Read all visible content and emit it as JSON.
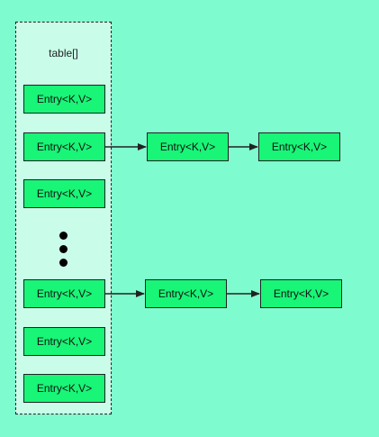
{
  "table": {
    "label": "table[]",
    "entries": [
      "Entry<K,V>",
      "Entry<K,V>",
      "Entry<K,V>",
      "Entry<K,V>",
      "Entry<K,V>",
      "Entry<K,V>"
    ]
  },
  "chains": [
    {
      "nodes": [
        "Entry<K,V>",
        "Entry<K,V>"
      ]
    },
    {
      "nodes": [
        "Entry<K,V>",
        "Entry<K,V>"
      ]
    }
  ]
}
